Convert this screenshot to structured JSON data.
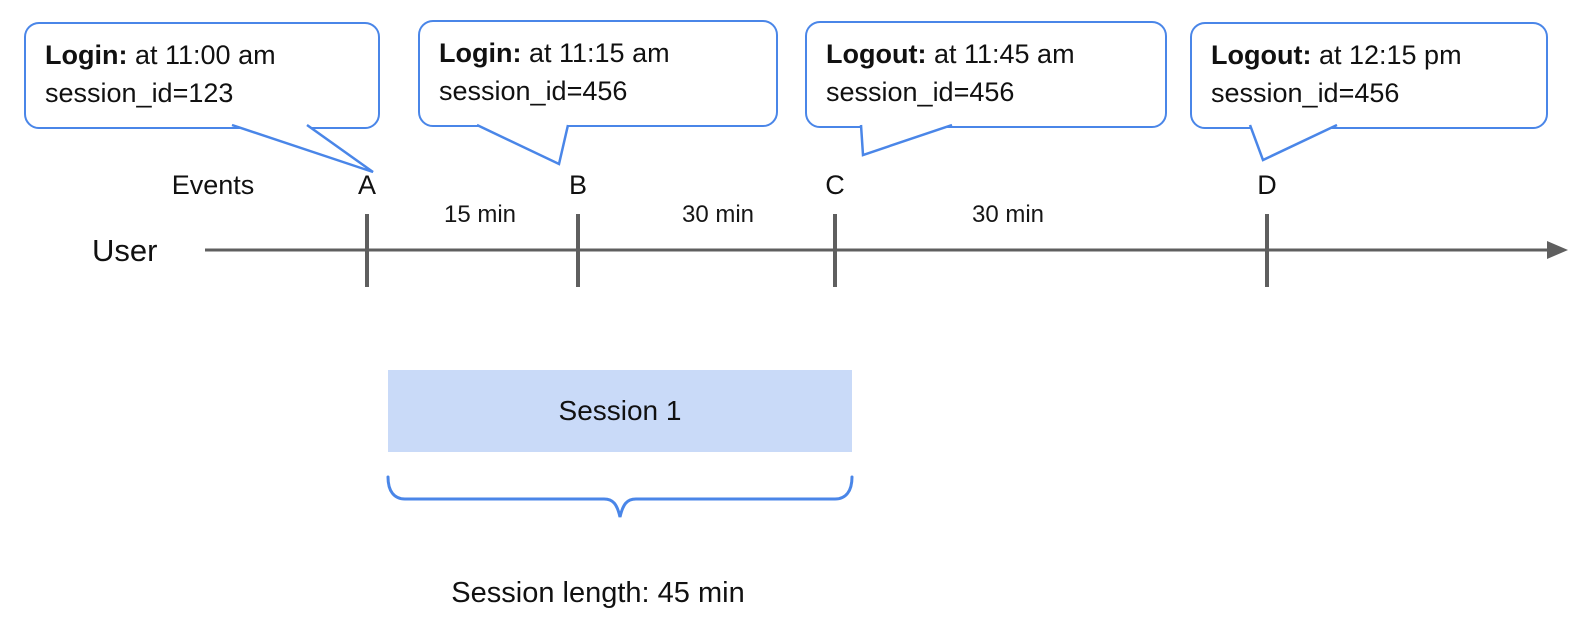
{
  "colors": {
    "accent_blue": "#4a86e8",
    "session_fill": "#c9daf8",
    "line_gray": "#5f5f5f",
    "text": "#111111"
  },
  "timeline": {
    "axis_label": "User",
    "events_label": "Events"
  },
  "events": [
    {
      "marker": "A",
      "type_label": "Login:",
      "time": "at 11:00 am",
      "session": "session_id=123"
    },
    {
      "marker": "B",
      "type_label": "Login:",
      "time": "at 11:15 am",
      "session": "session_id=456"
    },
    {
      "marker": "C",
      "type_label": "Logout:",
      "time": "at 11:45 am",
      "session": "session_id=456"
    },
    {
      "marker": "D",
      "type_label": "Logout:",
      "time": "at 12:15 pm",
      "session": "session_id=456"
    }
  ],
  "intervals": [
    {
      "between": "A-B",
      "label": "15 min"
    },
    {
      "between": "B-C",
      "label": "30 min"
    },
    {
      "between": "C-D",
      "label": "30 min"
    }
  ],
  "session": {
    "label": "Session 1",
    "length_label": "Session length: 45 min"
  }
}
